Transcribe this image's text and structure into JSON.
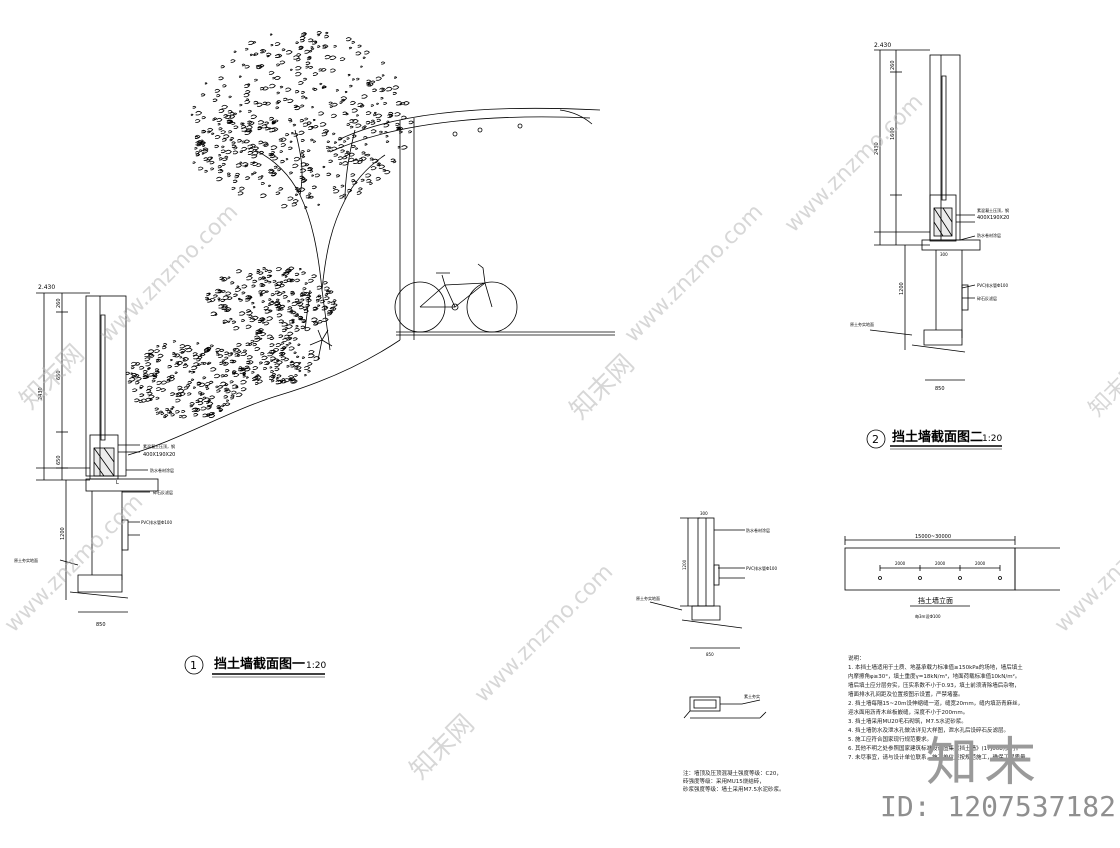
{
  "section1": {
    "number": "1",
    "title": "挡土墙截面图一",
    "scale": "1:20",
    "dims": {
      "top_level": "2.430",
      "d1": "260",
      "d2": "650",
      "d3": "2430",
      "d4": "1200",
      "d5": "650",
      "width": "850",
      "beam": "400X190X20"
    },
    "labels": {
      "cap": "素混凝土压顶，钢",
      "waterproof": "防水卷材涂层",
      "drain": "PVC排水管Ф100",
      "gravel": "碎石反滤层",
      "ground": "原土夯实地面",
      "mark": "L"
    }
  },
  "section2": {
    "number": "2",
    "title": "挡土墙截面图二",
    "scale": "1:20",
    "dims": {
      "top_level": "2.430",
      "d1": "260",
      "d2": "1600",
      "d3": "2430",
      "d4": "1200",
      "d5": "300",
      "width": "850",
      "beam": "400X190X20"
    },
    "labels": {
      "cap": "素混凝土压顶，钢",
      "waterproof": "防水卷材涂层",
      "drain": "PVC排水管Ф100",
      "gravel": "碎石反滤层",
      "ground": "原土夯实地面"
    }
  },
  "section3": {
    "dims": {
      "top": "300",
      "height": "1200",
      "width": "850"
    },
    "labels": {
      "waterproof": "防水卷材涂层",
      "drain": "PVC排水管Ф100",
      "ground": "原土夯实地面"
    }
  },
  "elevation": {
    "title": "挡土墙立面",
    "total": "15000~30000",
    "spacing": [
      "2000",
      "2000",
      "2000"
    ],
    "note": "每3m设Ф100"
  },
  "detail": {
    "label": "素土夯实",
    "note_lines": [
      "注：墙顶及压顶混凝土强度等级：C20，",
      "砖强度等级：采用MU15烧结砖，",
      "砂浆强度等级：墙土采用M7.5水泥砂浆。"
    ]
  },
  "notes": {
    "heading": "说明：",
    "lines": [
      "1. 本挡土墙适用于土质、地基承载力标准值≥150kPa的场地，墙后填土",
      "   内摩擦角φ≥30°，填土重度γ=18kN/m³，地面荷载标准值10kN/m²。",
      "   墙后填土应分层夯实，压实系数不小于0.93，填土前须清除墙后杂物，",
      "   墙面排水孔间距及位置按图示设置，严禁堵塞。",
      "2. 挡土墙每隔15~20m设伸缩缝一道，缝宽20mm，缝内填沥青麻丝，",
      "   迎水面用沥青木丝板嵌缝，深度不小于200mm。",
      "3. 挡土墙采用MU20毛石砌筑，M7.5水泥砂浆。",
      "4. 挡土墙防水及泄水孔做法详见大样图，泄水孔后设碎石反滤层。",
      "5. 施工应符合国家现行规范要求。",
      "6. 其他不明之处参照国家建筑标准设计图集《挡土墙》(17J008)执行。",
      "7. 未尽事宜，请与设计单位联系，施工单位应按规范施工，确保工程质量。"
    ]
  },
  "watermark": {
    "brand": "知末",
    "id": "ID: 1207537182",
    "site": "www.znzmo.com",
    "site_cn": "知末网"
  }
}
